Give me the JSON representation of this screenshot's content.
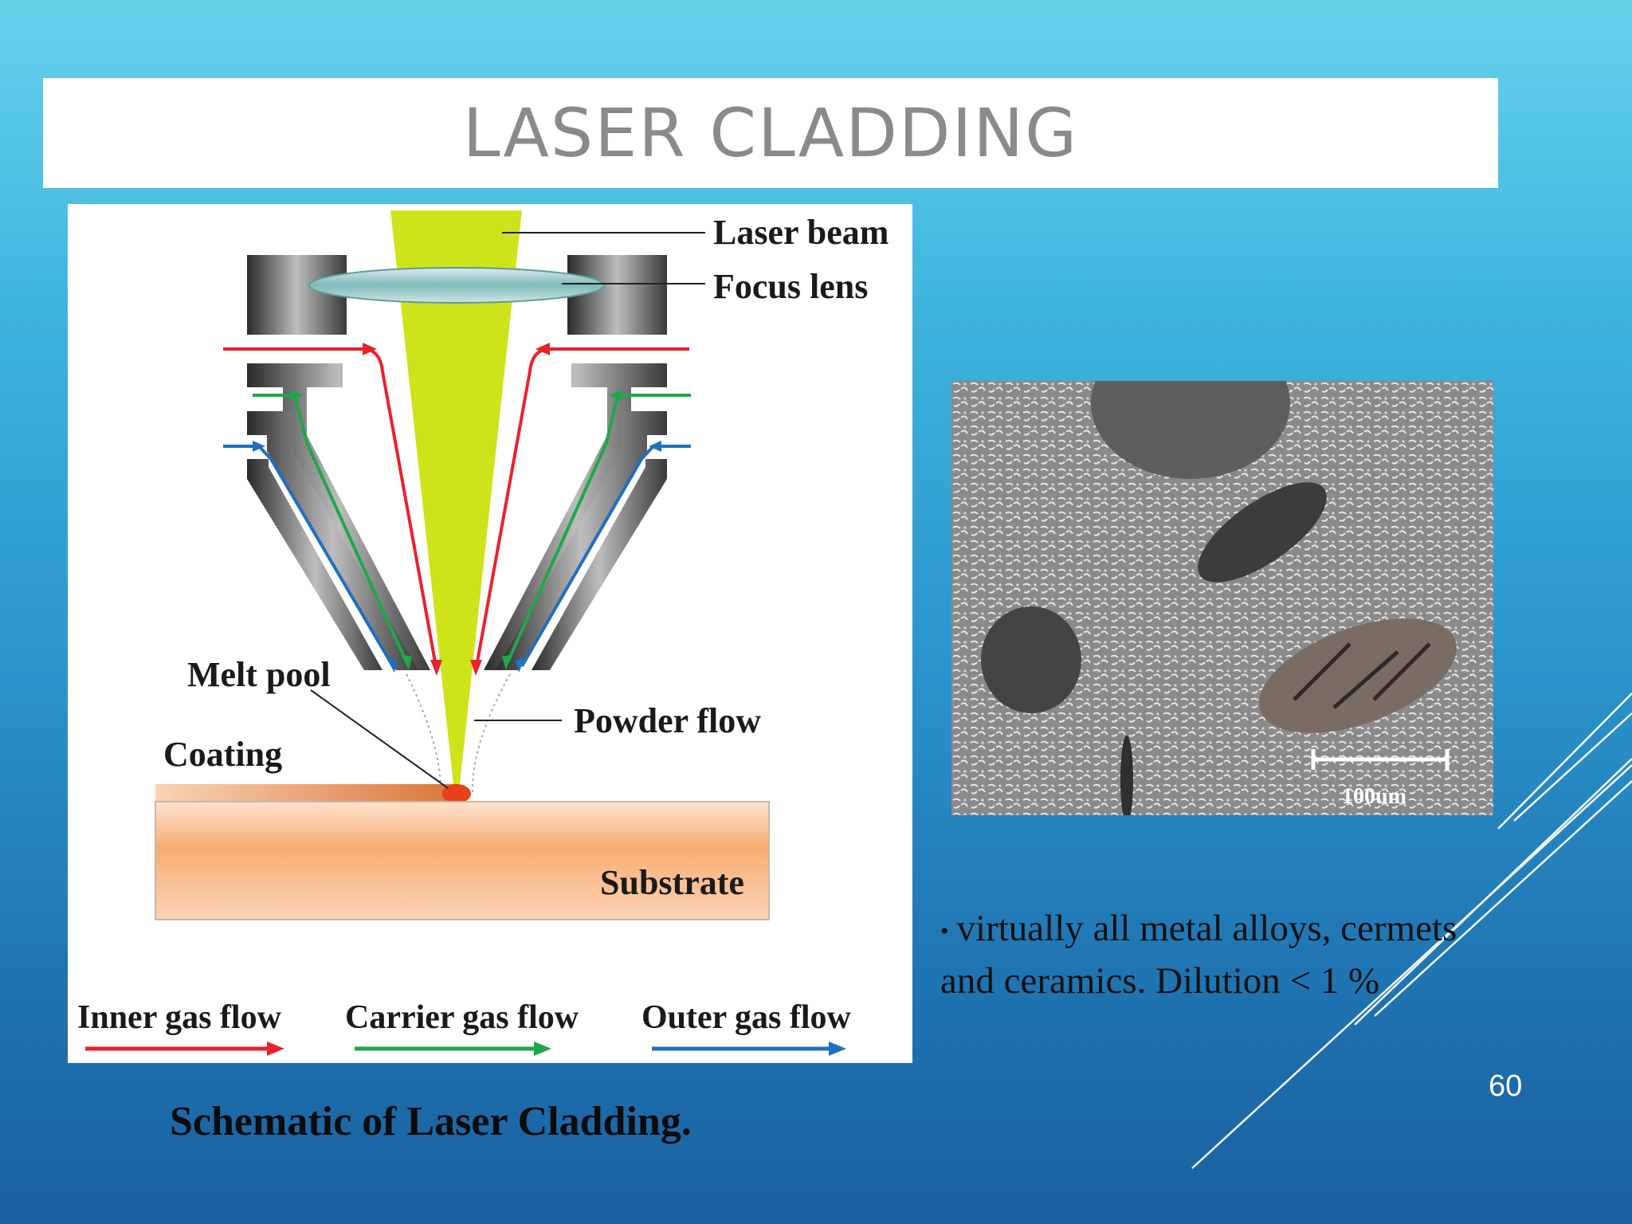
{
  "slide": {
    "title": "LASER CLADDING",
    "page_number": "60",
    "caption": "Schematic of Laser Cladding.",
    "bullet_text": "virtually all metal alloys, cermets and ceramics.  Dilution < 1 %"
  },
  "schematic": {
    "labels": {
      "laser_beam": "Laser beam",
      "focus_lens": "Focus lens",
      "melt_pool": "Melt pool",
      "powder_flow": "Powder flow",
      "coating": "Coating",
      "substrate": "Substrate"
    },
    "legend": [
      {
        "label": "Inner gas flow",
        "color": "#e8222c"
      },
      {
        "label": "Carrier gas flow",
        "color": "#1fa84a"
      },
      {
        "label": "Outer gas flow",
        "color": "#1f6fbf"
      }
    ]
  },
  "micrograph": {
    "scale_bar_label": "100um"
  },
  "colors": {
    "laser_beam": "#cfe31a",
    "substrate": "#f6a86a",
    "melt_pool": "#e8401a",
    "lens": "#9fcfcf"
  }
}
